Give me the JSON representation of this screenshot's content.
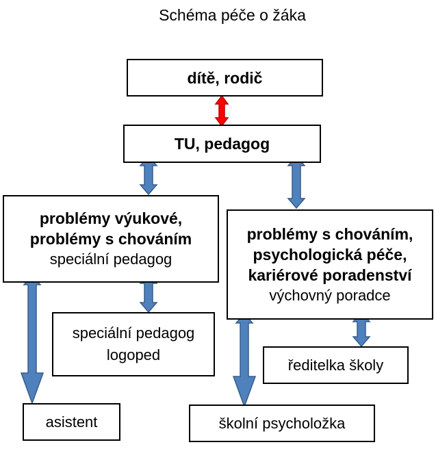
{
  "title": "Schéma péče o žáka",
  "colors": {
    "arrow_fill": "#4f81bd",
    "arrow_stroke": "#385d8a",
    "accent_arrow_fill": "#ff0000",
    "accent_arrow_stroke": "#c00000",
    "box_border": "#000000"
  },
  "nodes": {
    "root": {
      "label": "dítě, rodič"
    },
    "tu": {
      "label": "TU, pedagog"
    },
    "left": {
      "line1": "problémy výukové,",
      "line2": "problémy s chováním",
      "role": "speciální pedagog"
    },
    "right": {
      "line1": "problémy s chováním,",
      "line2": "psychologická péče,",
      "line3": "kariérové poradenství",
      "role": "výchovný poradce"
    },
    "logoped": {
      "line1": "speciální pedagog",
      "line2": "logoped"
    },
    "reditelka": {
      "label": "ředitelka školy"
    },
    "asistent": {
      "label": "asistent"
    },
    "psycholozka": {
      "label": "školní psycholožka"
    }
  },
  "edges": [
    {
      "from": "root",
      "to": "tu",
      "style": "accent"
    },
    {
      "from": "tu",
      "to": "left",
      "style": "normal"
    },
    {
      "from": "tu",
      "to": "right",
      "style": "normal"
    },
    {
      "from": "left",
      "to": "logoped",
      "style": "normal"
    },
    {
      "from": "left",
      "to": "asistent",
      "style": "normal"
    },
    {
      "from": "right",
      "to": "reditelka",
      "style": "normal"
    },
    {
      "from": "right",
      "to": "psycholozka",
      "style": "normal"
    }
  ]
}
